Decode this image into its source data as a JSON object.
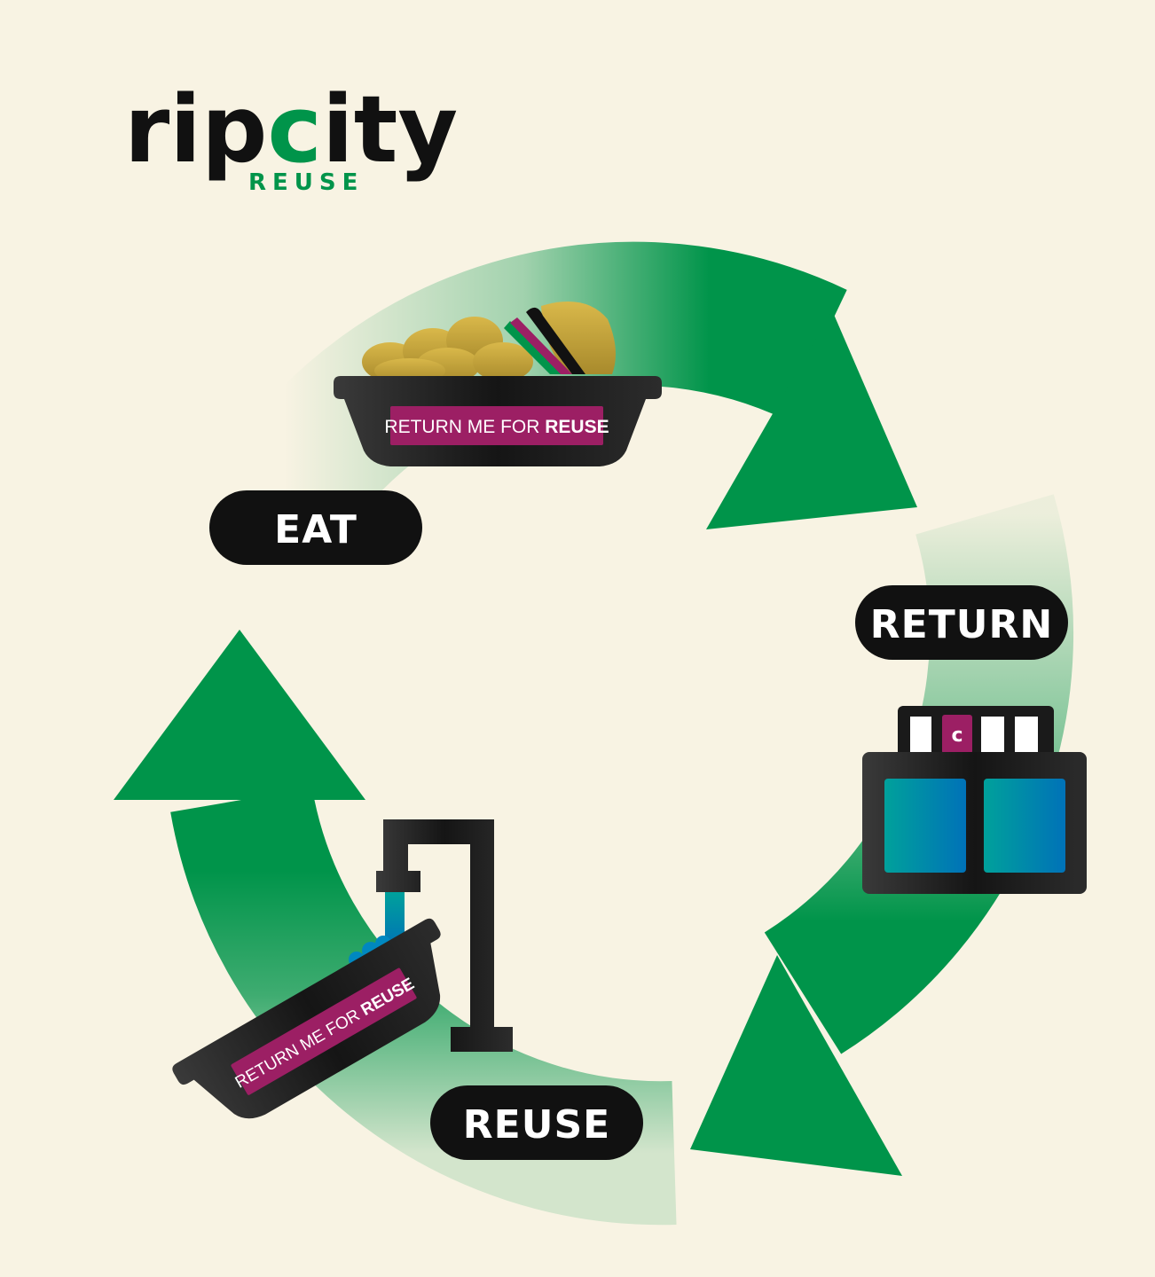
{
  "logo": {
    "word_part1": "rip",
    "word_mark": "c",
    "word_part2": "ity",
    "subtitle": "REUSE"
  },
  "steps": [
    {
      "id": "eat",
      "label": "EAT"
    },
    {
      "id": "return",
      "label": "RETURN"
    },
    {
      "id": "reuse",
      "label": "REUSE"
    }
  ],
  "container_tag": {
    "text_regular": "RETURN ME FOR ",
    "text_bold": "REUSE"
  },
  "kiosk_badge": "c",
  "colors": {
    "background": "#f8f3e3",
    "green": "#00944a",
    "black": "#111111",
    "magenta": "#9c1f64",
    "teal": "#00a19b",
    "blue": "#0075b5",
    "food_gold": "#c8a83a"
  },
  "icons": [
    "eat-container-icon",
    "return-kiosk-icon",
    "reuse-faucet-icon",
    "reuse-container-icon",
    "cycle-arrow-icon"
  ]
}
